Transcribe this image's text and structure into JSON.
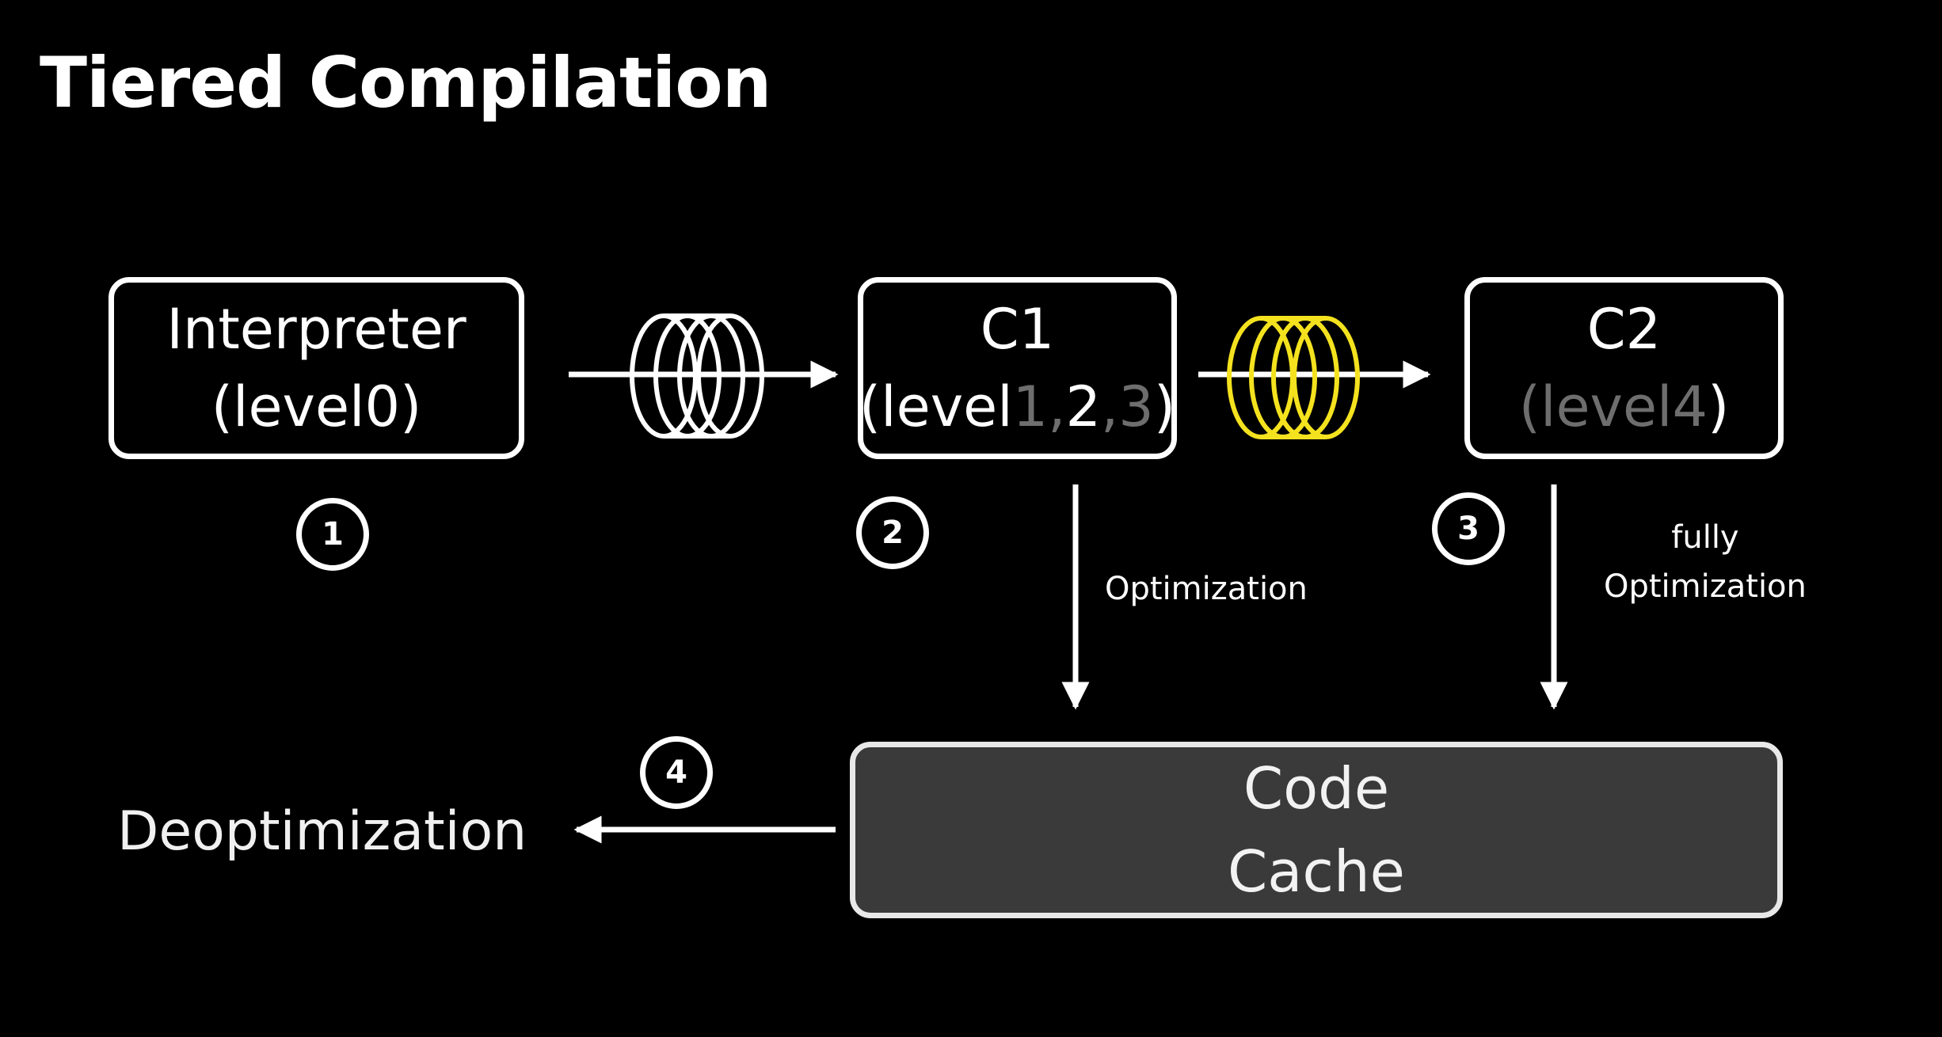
{
  "title": "Tiered Compilation",
  "nodes": {
    "interpreter": {
      "line1": "Interpreter",
      "line2": "(level0)"
    },
    "c1": {
      "line1": "C1",
      "open": "(level",
      "lvl1": "1",
      "sep1": ",",
      "lvl2": "2",
      "sep2": ",",
      "lvl3": "3",
      "close": ")"
    },
    "c2": {
      "line1": "C2",
      "open": "(",
      "level": "level4",
      "close": ")"
    },
    "code_cache": {
      "line1": "Code",
      "line2": "Cache"
    }
  },
  "steps": [
    "1",
    "2",
    "3",
    "4"
  ],
  "edges": {
    "c1_to_cache": "Optimization",
    "c2_to_cache": {
      "line1": "fully",
      "line2": "Optimization"
    },
    "cache_to_deopt": "Deoptimization"
  },
  "colors": {
    "background": "#000000",
    "foreground": "#ffffff",
    "queue_highlight": "#f4e21f",
    "dimmed_text": "#6e6e6e",
    "cache_fill": "#3a3a3a"
  }
}
